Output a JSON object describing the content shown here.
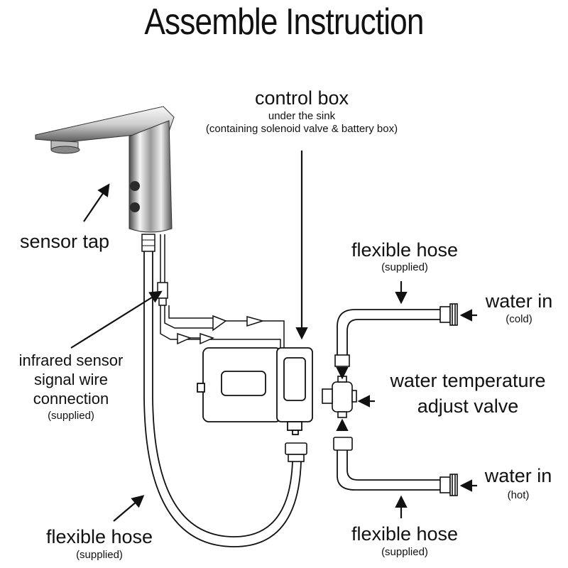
{
  "title": "Assemble Instruction",
  "labels": {
    "control_box": "control box",
    "control_box_sub1": "under the sink",
    "control_box_sub2": "(containing solenoid valve & battery box)",
    "sensor_tap": "sensor tap",
    "flex_hose_top": "flexible hose",
    "flex_hose_top_sub": "(supplied)",
    "water_in_cold": "water in",
    "water_in_cold_sub": "(cold)",
    "temp_valve_1": "water temperature",
    "temp_valve_2": "adjust valve",
    "ir_1": "infrared sensor",
    "ir_2": "signal wire",
    "ir_3": "connection",
    "ir_sub": "(supplied)",
    "water_in_hot": "water in",
    "water_in_hot_sub": "(hot)",
    "flex_hose_left": "flexible hose",
    "flex_hose_left_sub": "(supplied)",
    "flex_hose_bottom": "flexible hose",
    "flex_hose_bottom_sub": "(supplied)"
  },
  "colors": {
    "ink": "#111111",
    "chrome_dark": "#3a3a3a",
    "chrome_light": "#e8e8e8"
  }
}
